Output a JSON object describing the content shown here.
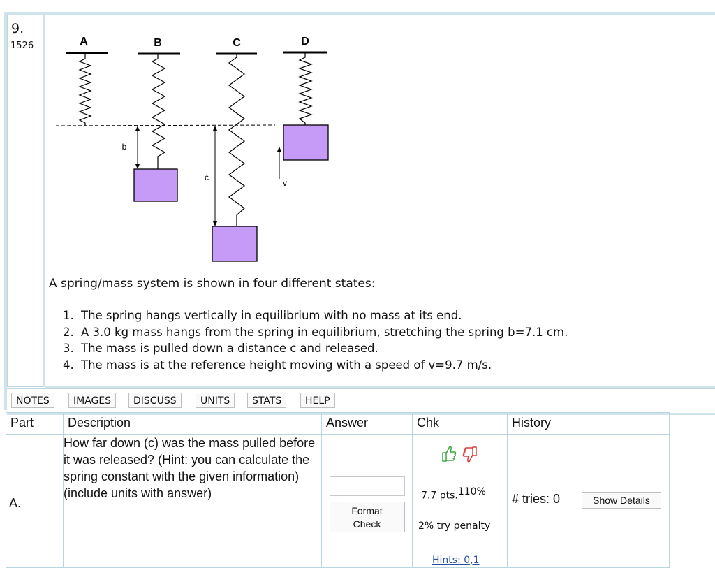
{
  "question": {
    "number": "9.",
    "id": "1526",
    "intro": "A spring/mass system is shown in four different states:",
    "steps": [
      {
        "n": "1.",
        "text": "The spring hangs vertically in equilibrium with no mass at its end."
      },
      {
        "n": "2.",
        "text": "A 3.0 kg mass hangs from the spring in equilibrium, stretching the spring b=7.1 cm."
      },
      {
        "n": "3.",
        "text": "The mass is pulled down a distance c and released."
      },
      {
        "n": "4.",
        "text": "The mass is at the reference height moving with a speed of v=9.7 m/s."
      }
    ]
  },
  "diagram": {
    "labels": {
      "a": "A",
      "b": "B",
      "c": "C",
      "d": "D"
    },
    "b_label": "b",
    "c_label": "c",
    "v_label": "v",
    "mass_color": "#c69bf7"
  },
  "tabs": [
    "NOTES",
    "IMAGES",
    "DISCUSS",
    "UNITS",
    "STATS",
    "HELP"
  ],
  "table": {
    "headers": {
      "part": "Part",
      "description": "Description",
      "answer": "Answer",
      "chk": "Chk",
      "history": "History"
    },
    "row": {
      "part": "A.",
      "description": "How far down (c) was the mass pulled before it was released? (Hint: you can calculate the spring constant with the given information) (include units with answer)",
      "answer_value": "",
      "format_line1": "Format",
      "format_line2": "Check",
      "pts": "7.7 pts.",
      "pct": "110%",
      "penalty": "2% try penalty",
      "hints": "Hints: 0,1",
      "tries": "# tries: 0",
      "show_details": "Show Details"
    }
  },
  "colors": {
    "border": "#b9d5de",
    "frame": "#cfe3ea",
    "link": "#2a4ea0",
    "thumb_up": "#3aa53a",
    "thumb_down": "#d83a3a"
  }
}
